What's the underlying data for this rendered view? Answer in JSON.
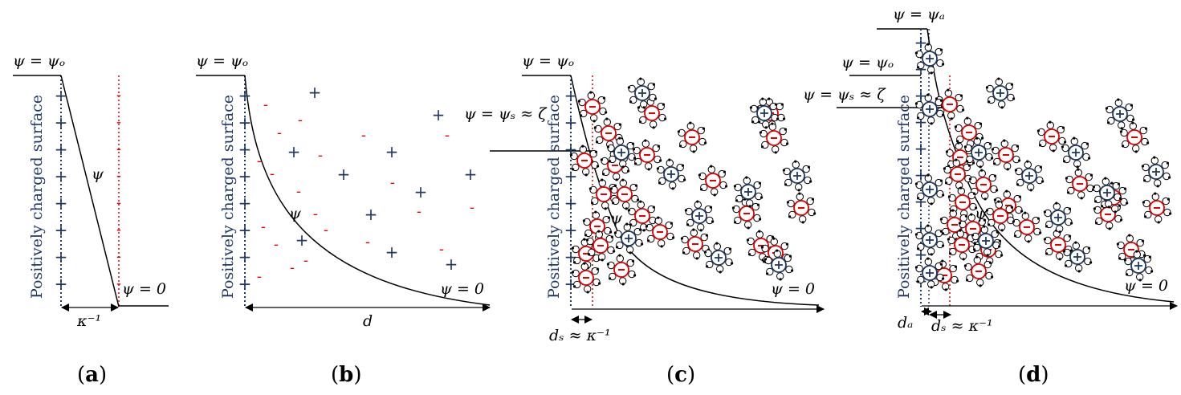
{
  "panels": {
    "a": {
      "caption_letter": "a",
      "surface_label": "Positively charged surface",
      "psi_top": "ψ = ψₒ",
      "psi_curve": "ψ",
      "psi_zero": "ψ = 0",
      "length_label": "κ⁻¹"
    },
    "b": {
      "caption_letter": "b",
      "surface_label": "Positively charged surface",
      "psi_top": "ψ = ψₒ",
      "psi_curve": "ψ",
      "psi_zero": "ψ = 0",
      "length_label": "d"
    },
    "c": {
      "caption_letter": "c",
      "surface_label": "Positively charged surface",
      "psi_top": "ψ = ψₒ",
      "psi_stern": "ψ = ψₛ ≈ ζ",
      "psi_curve": "ψ",
      "psi_zero": "ψ = 0",
      "length_label": "dₛ ≈ κ⁻¹"
    },
    "d": {
      "caption_letter": "d",
      "surface_label": "Positively charged surface",
      "psi_apex": "ψ = ψₐ",
      "psi_top": "ψ = ψₒ",
      "psi_stern": "ψ = ψₛ ≈ ζ",
      "psi_curve": "ψ",
      "psi_zero": "ψ = 0",
      "length_a": "dₐ",
      "length_s": "dₛ ≈ κ⁻¹"
    }
  },
  "symbols": {
    "plus": "+",
    "minus": "-"
  },
  "colors": {
    "surface": "#1f3864",
    "counter_ion": "#e00000",
    "line": "#000000"
  }
}
